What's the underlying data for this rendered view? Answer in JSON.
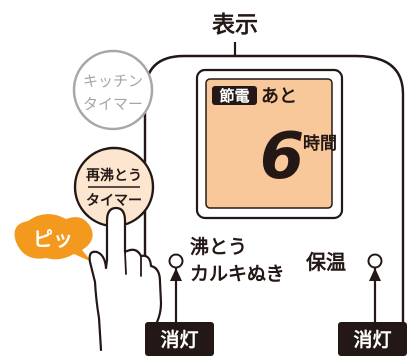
{
  "callout_label": "表示",
  "display": {
    "badge_text": "節電",
    "prefix_text": "あと",
    "digit": "6",
    "unit_text": "時間"
  },
  "buttons": {
    "kitchen_timer": {
      "line1": "キッチン",
      "line2": "タイマー"
    },
    "reboil_timer": {
      "line1": "再沸とう",
      "line2": "タイマー"
    }
  },
  "labels": {
    "boil_line1": "沸とう",
    "boil_line2": "カルキぬき",
    "keep_warm": "保温"
  },
  "tags": {
    "left": "消灯",
    "right": "消灯"
  },
  "beep_text": "ピッ",
  "colors": {
    "display_bg": "#f8c89a",
    "accent_orange": "#f39a1e",
    "reboil_fill": "#fde6cf",
    "tag_fill": "#231815",
    "disabled_gray": "#a7a7a7",
    "outline": "#231815"
  }
}
